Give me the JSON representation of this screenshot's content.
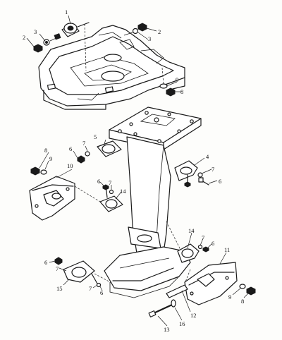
{
  "callouts": [
    {
      "label": "1"
    },
    {
      "label": "2"
    },
    {
      "label": "3"
    },
    {
      "label": "2"
    },
    {
      "label": "3"
    },
    {
      "label": "9"
    },
    {
      "label": "8"
    },
    {
      "label": "5"
    },
    {
      "label": "7"
    },
    {
      "label": "6"
    },
    {
      "label": "8"
    },
    {
      "label": "9"
    },
    {
      "label": "10"
    },
    {
      "label": "4"
    },
    {
      "label": "7"
    },
    {
      "label": "6"
    },
    {
      "label": "6"
    },
    {
      "label": "7"
    },
    {
      "label": "14"
    },
    {
      "label": "14"
    },
    {
      "label": "7"
    },
    {
      "label": "6"
    },
    {
      "label": "11"
    },
    {
      "label": "6"
    },
    {
      "label": "7"
    },
    {
      "label": "15"
    },
    {
      "label": "7"
    },
    {
      "label": "6"
    },
    {
      "label": "9"
    },
    {
      "label": "8"
    },
    {
      "label": "12"
    },
    {
      "label": "16"
    },
    {
      "label": "13"
    }
  ]
}
